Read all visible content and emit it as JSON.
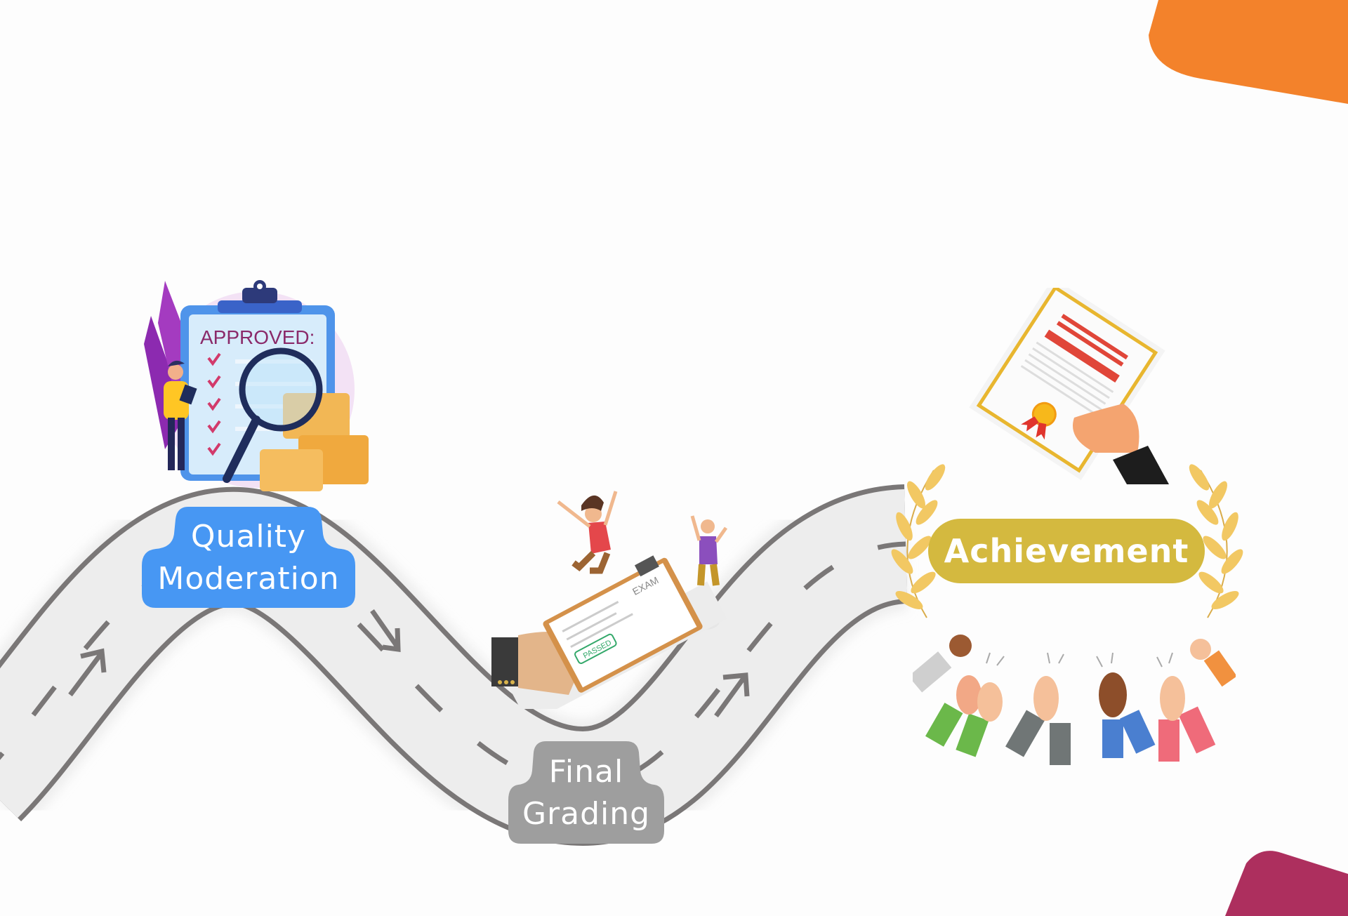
{
  "diagram": {
    "type": "roadmap",
    "stages": [
      {
        "id": "quality-moderation",
        "line1": "Quality",
        "line2": "Moderation",
        "color": "#4797f3",
        "illustration": "approved-clipboard-magnifier"
      },
      {
        "id": "final-grading",
        "line1": "Final",
        "line2": "Grading",
        "color": "#9e9e9e",
        "illustration": "exam-passed-clipboard-jumping-students"
      },
      {
        "id": "achievement",
        "label": "Achievement",
        "color": "#d4b93f",
        "illustration": "certificate-laurels-clapping-hands"
      }
    ],
    "illustration_text": {
      "approved": "APPROVED:",
      "exam": "EXAM",
      "passed": "PASSED"
    },
    "colors": {
      "background": "#fdfdfd",
      "road": "#ededed",
      "road_edge": "#7a7777",
      "corner_orange": "#f3822b",
      "corner_magenta": "#ad2f5e",
      "laurel": "#f2c863"
    }
  }
}
